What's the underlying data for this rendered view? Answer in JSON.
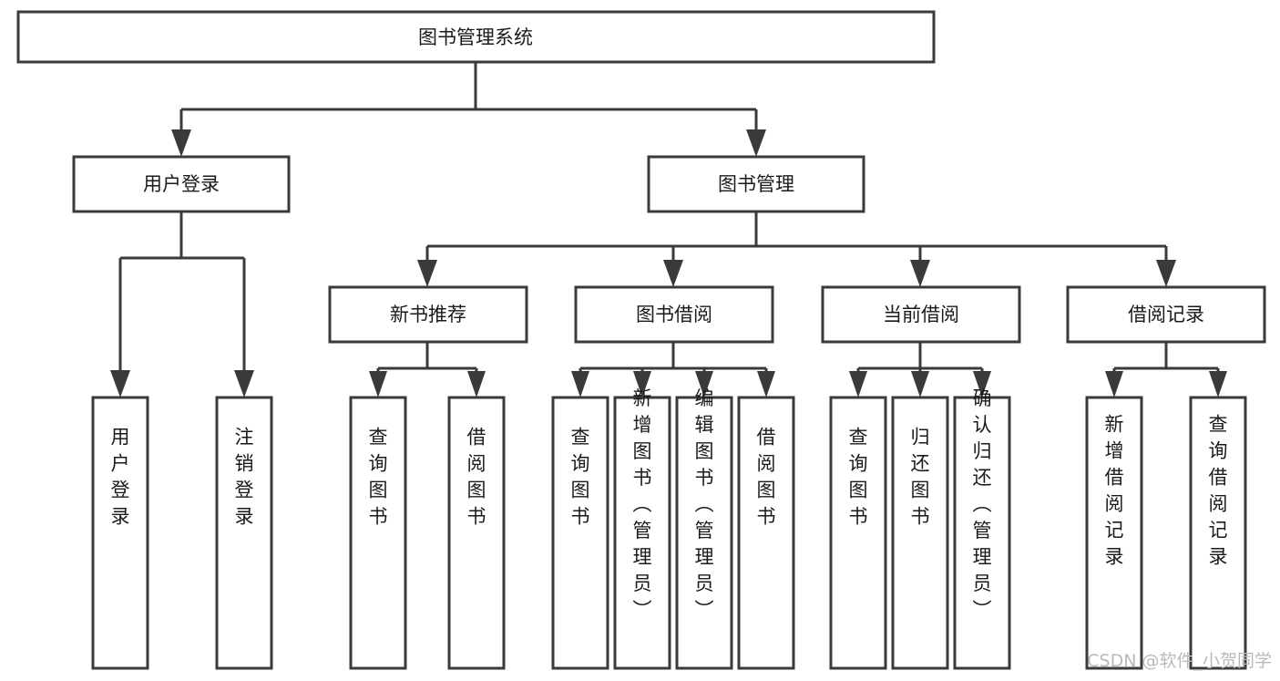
{
  "diagram": {
    "title": "图书管理系统",
    "type": "hierarchy-tree",
    "root": {
      "id": "root",
      "label": "图书管理系统",
      "level": 0
    },
    "level1": [
      {
        "id": "user-login",
        "label": "用户登录"
      },
      {
        "id": "book-management",
        "label": "图书管理"
      }
    ],
    "level2": [
      {
        "id": "new-book-recommend",
        "label": "新书推荐",
        "parent": "book-management"
      },
      {
        "id": "book-borrow",
        "label": "图书借阅",
        "parent": "book-management"
      },
      {
        "id": "current-borrow",
        "label": "当前借阅",
        "parent": "book-management"
      },
      {
        "id": "borrow-record",
        "label": "借阅记录",
        "parent": "book-management"
      }
    ],
    "leaves": {
      "user-login": [
        {
          "id": "leaf-user-login",
          "label": "用户登录"
        },
        {
          "id": "leaf-logout",
          "label": "注销登录"
        }
      ],
      "new-book-recommend": [
        {
          "id": "leaf-query-book-1",
          "label": "查询图书"
        },
        {
          "id": "leaf-borrow-book-1",
          "label": "借阅图书"
        }
      ],
      "book-borrow": [
        {
          "id": "leaf-query-book-2",
          "label": "查询图书"
        },
        {
          "id": "leaf-add-book",
          "label": "新增图书（管理员）"
        },
        {
          "id": "leaf-edit-book",
          "label": "编辑图书（管理员）"
        },
        {
          "id": "leaf-borrow-book-2",
          "label": "借阅图书"
        }
      ],
      "current-borrow": [
        {
          "id": "leaf-query-book-3",
          "label": "查询图书"
        },
        {
          "id": "leaf-return-book",
          "label": "归还图书"
        },
        {
          "id": "leaf-confirm-return",
          "label": "确认归还（管理员）"
        }
      ],
      "borrow-record": [
        {
          "id": "leaf-add-record",
          "label": "新增借阅记录"
        },
        {
          "id": "leaf-query-record",
          "label": "查询借阅记录"
        }
      ]
    }
  },
  "watermark": {
    "text": "CSDN @软件_小贺同学"
  },
  "colors": {
    "stroke": "#3a3a3a",
    "fill": "#ffffff",
    "text": "#1a1a1a",
    "watermark": "#b9b9b9",
    "background": "#ffffff"
  }
}
